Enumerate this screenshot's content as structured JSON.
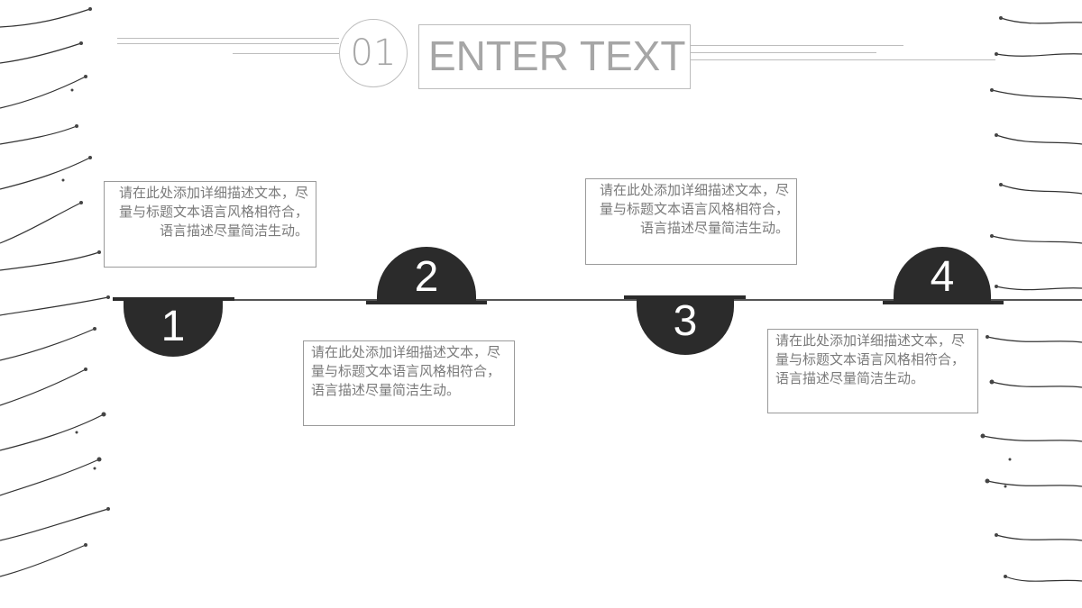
{
  "header": {
    "number": "01",
    "title": "ENTER TEXT"
  },
  "steps": [
    {
      "label": "1",
      "text": "请在此处添加详细描述文本，尽量与标题文本语言风格相符合，语言描述尽量简洁生动。"
    },
    {
      "label": "2",
      "text": "请在此处添加详细描述文本，尽量与标题文本语言风格相符合，语言描述尽量简洁生动。"
    },
    {
      "label": "3",
      "text": "请在此处添加详细描述文本，尽量与标题文本语言风格相符合，语言描述尽量简洁生动。"
    },
    {
      "label": "4",
      "text": "请在此处添加详细描述文本，尽量与标题文本语言风格相符合，语言描述尽量简洁生动。"
    }
  ],
  "colors": {
    "marker": "#2b2b2b",
    "line": "#555555",
    "text": "#7a7a7a",
    "frame": "#bdbdbd"
  }
}
